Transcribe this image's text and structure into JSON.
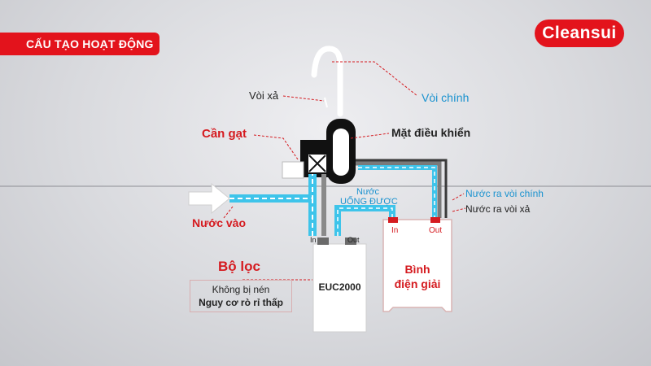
{
  "banner": {
    "title": "CẤU TẠO HOẠT ĐỘNG"
  },
  "brand": {
    "logo_text": "Cleansui",
    "color": "#e3131c"
  },
  "labels": {
    "voi_xa": "Vòi xả",
    "voi_chinh": "Vòi chính",
    "can_gat": "Cần gạt",
    "mat_dieu_khien": "Mặt điều khiển",
    "nuoc_vao": "Nước vào",
    "nuoc_line1": "Nước",
    "nuoc_line2": "UỐNG ĐƯỢC",
    "nuoc_ra_voi_chinh": "Nước ra vòi chính",
    "nuoc_ra_voi_xa": "Nước ra vòi xả",
    "bo_loc": "Bộ lọc",
    "khong_bi_nen": "Không bị nén",
    "nguy_co": "Nguy cơ rò rỉ thấp"
  },
  "filter_unit": {
    "name": "EUC2000",
    "in_label": "In",
    "out_label": "Out"
  },
  "electrolysis_unit": {
    "line1": "Bình",
    "line2": "điện giải",
    "in_label": "In",
    "out_label": "Out"
  },
  "colors": {
    "accent_red": "#d51b20",
    "water_blue": "#3ec4ea",
    "pipe_gray": "#6b6b6b"
  }
}
